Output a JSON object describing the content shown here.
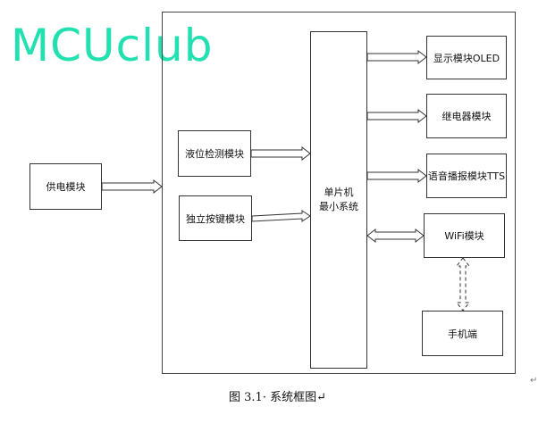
{
  "watermark": "MCUclub",
  "blocks": {
    "power": "供电模块",
    "liquid": "液位检测模块",
    "keys": "独立按键模块",
    "mcu_line1": "单片机",
    "mcu_line2": "最小系统",
    "oled": "显示模块OLED",
    "relay": "继电器模块",
    "tts": "语音播报模块TTS",
    "wifi": "WiFi模块",
    "phone": "手机端"
  },
  "caption": "图 3.1· 系统框图↵",
  "para_mark": "↵"
}
